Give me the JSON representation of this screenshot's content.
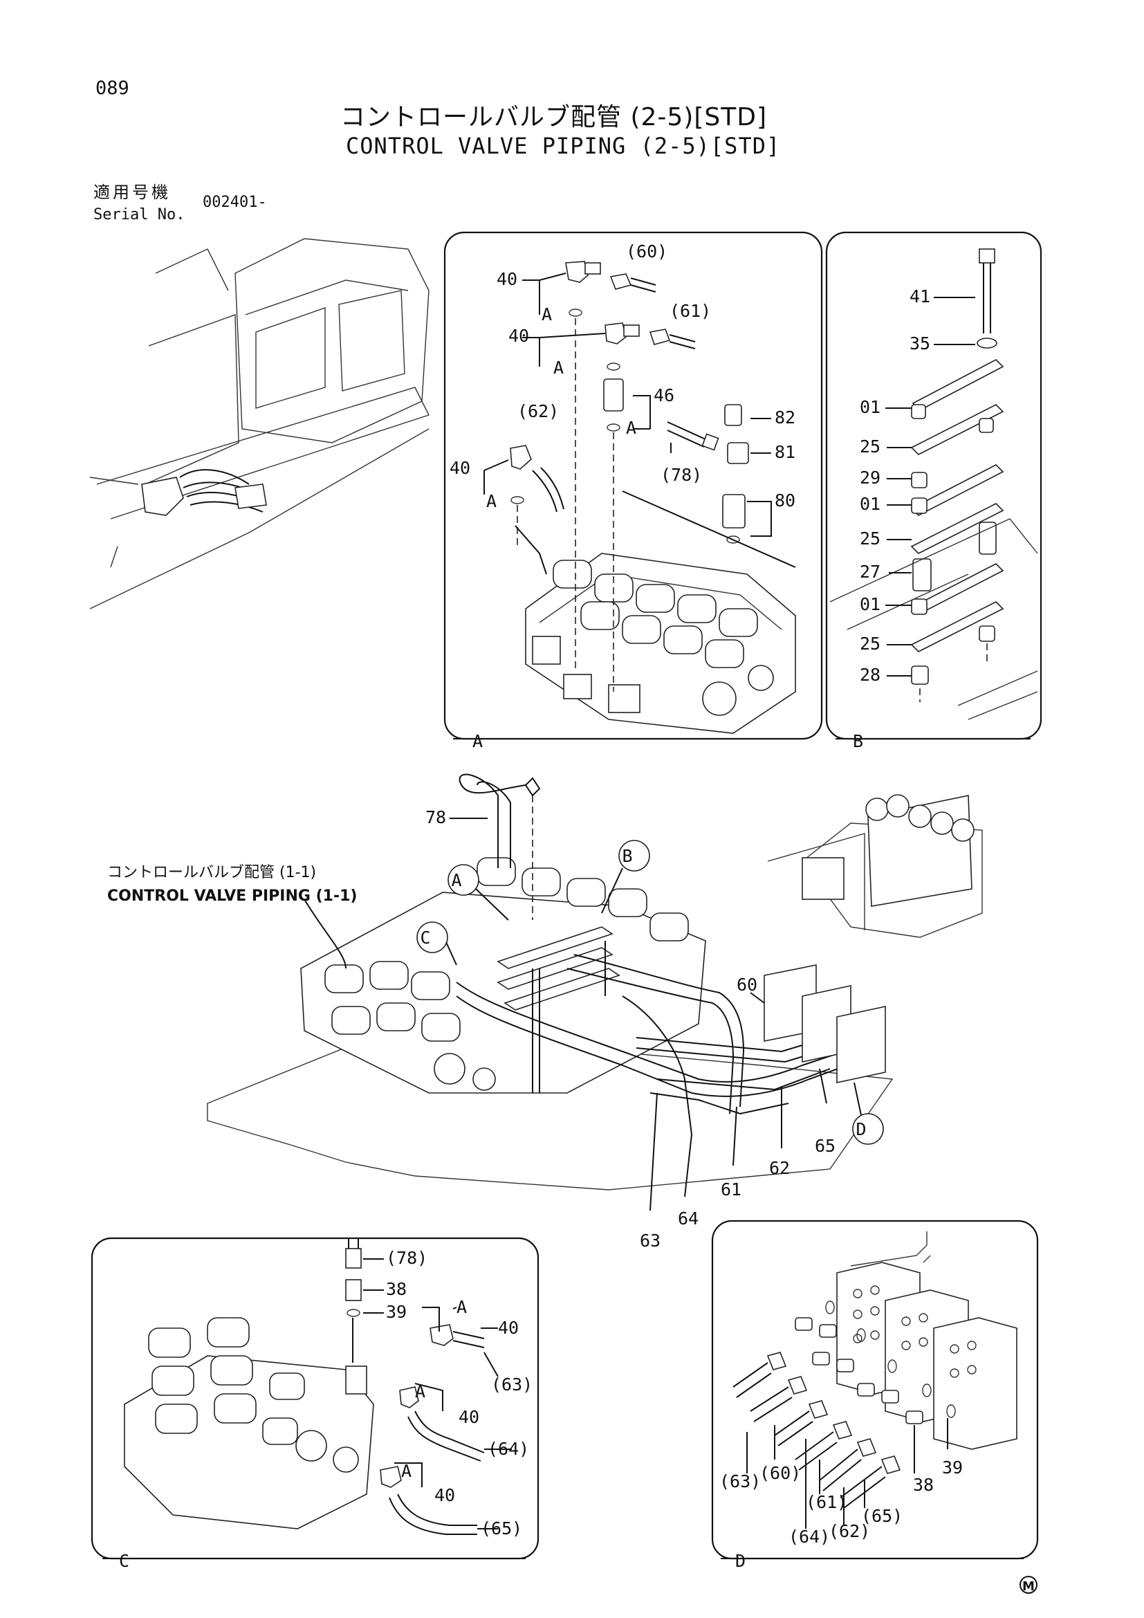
{
  "header": {
    "page_number": "089",
    "title_jp": "コントロールバルブ配管 (2-5)[STD]",
    "title_en": "CONTROL VALVE PIPING (2-5)[STD]",
    "serial_label_jp": "適用号機",
    "serial_label_en": "Serial No.",
    "serial_value": "002401-"
  },
  "reference_note": {
    "jp": "コントロールバルブ配管 (1-1)",
    "en": "CONTROL VALVE PIPING (1-1)"
  },
  "detail_panels": {
    "A": {
      "label": "A",
      "callouts": [
        "(60)",
        "(61)",
        "40",
        "40",
        "40",
        "A",
        "A",
        "A",
        "A",
        "(62)",
        "46",
        "82",
        "81",
        "(78)",
        "80"
      ]
    },
    "B": {
      "label": "B",
      "callouts": [
        "41",
        "35",
        "01",
        "25",
        "29",
        "01",
        "25",
        "27",
        "01",
        "25",
        "28"
      ]
    },
    "C": {
      "label": "C",
      "callouts": [
        "(78)",
        "38",
        "39",
        "A",
        "40",
        "(63)",
        "A",
        "40",
        "(64)",
        "A",
        "40",
        "(65)"
      ]
    },
    "D": {
      "label": "D",
      "callouts": [
        "(63)",
        "(60)",
        "(61)",
        "(64)",
        "(62)",
        "(65)",
        "38",
        "39"
      ]
    }
  },
  "main_view": {
    "callouts": [
      "78",
      "60",
      "65",
      "62",
      "61",
      "64",
      "63"
    ],
    "circle_refs": [
      "A",
      "B",
      "C",
      "D"
    ]
  },
  "footer": {
    "mark": "M"
  }
}
